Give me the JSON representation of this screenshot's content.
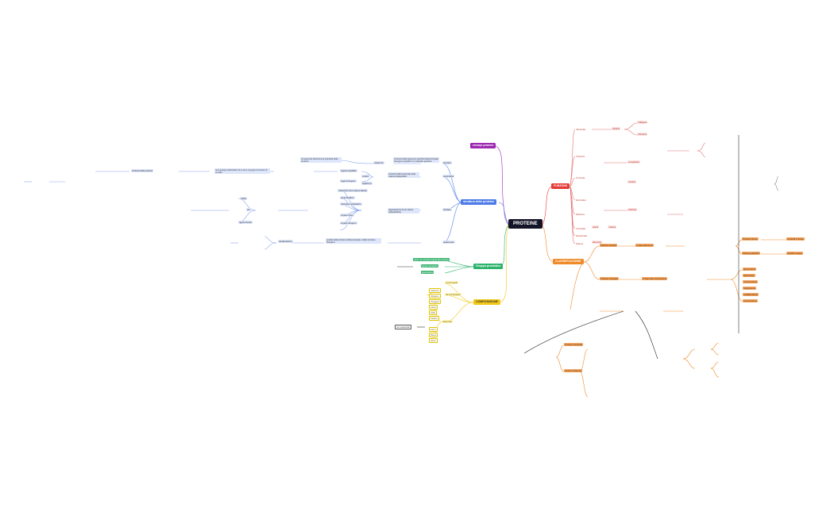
{
  "root": "PROTEINE",
  "branches": {
    "esempi": "esempi proteici",
    "struttura": "struttura delle proteine",
    "funzioni": "FUNZIONI",
    "classificazione": "CLASSIFICAZIONE",
    "gruppo": "Gruppo prostetico",
    "composizione": "COMPOSIZIONE"
  },
  "struttura_nodes": [
    "struttura della sequenza specifica degli AA legati da legami peptidici e il materiale genetico",
    "sequenza",
    "primaria",
    "la sequenza determina le proprietà della proteina",
    "legame peptidico",
    "tra il gruppo carbossilico di un aa e il gruppo amminico di un altro",
    "struttura della proteina",
    "legami idrogeno",
    "α-elica",
    "foglietto β",
    "secondaria",
    "struttura tridimensionale della catena polipeptidica",
    "Interazioni tra le catene laterali",
    "ponti disolfuro",
    "terziaria",
    "Interazioni idrofobiche",
    "Legami ionici",
    "Legami idrogeno",
    "aggregazione di più catene polipeptidiche",
    "quaternaria",
    "denaturazione",
    "calore",
    "pH",
    "agenti chimici",
    "perdita della struttura tridimensionale e della funzione biologica"
  ],
  "funzioni_nodes": [
    "Strutturale",
    "Trasporto",
    "Ormonale",
    "Enzimatica",
    "Difensiva",
    "Contrattile",
    "Recettoriale",
    "Riserva",
    "collagene",
    "cheratina",
    "elastina",
    "emoglobina",
    "insulina",
    "anticorpi",
    "actina",
    "miosina",
    "albumina"
  ],
  "classificazione_nodes": [
    "Proteine fibrose",
    "Proteine globulari",
    "Proteine semplici",
    "Proteine coniugate",
    "in base alla forma",
    "in base alla composizione",
    "glicoproteine",
    "lipoproteine",
    "nucleoproteine",
    "fosfoproteine",
    "metalloproteine",
    "cromoproteine",
    "solubili in acqua",
    "insolubili in acqua",
    "funzione strutturale",
    "funzione dinamica"
  ],
  "composizione_nodes": [
    "Carbonio",
    "Idrogeno",
    "Ossigeno",
    "Azoto",
    "Zolfo",
    "Fosforo",
    "Ferro",
    "Rame",
    "Zinco",
    "amminoacidi",
    "20 amminoacidi",
    "essenziali",
    "non essenziali"
  ],
  "gruppo_nodes": [
    "parte non proteica legata alla proteina",
    "gruppo prostetico",
    "apoproteina"
  ]
}
